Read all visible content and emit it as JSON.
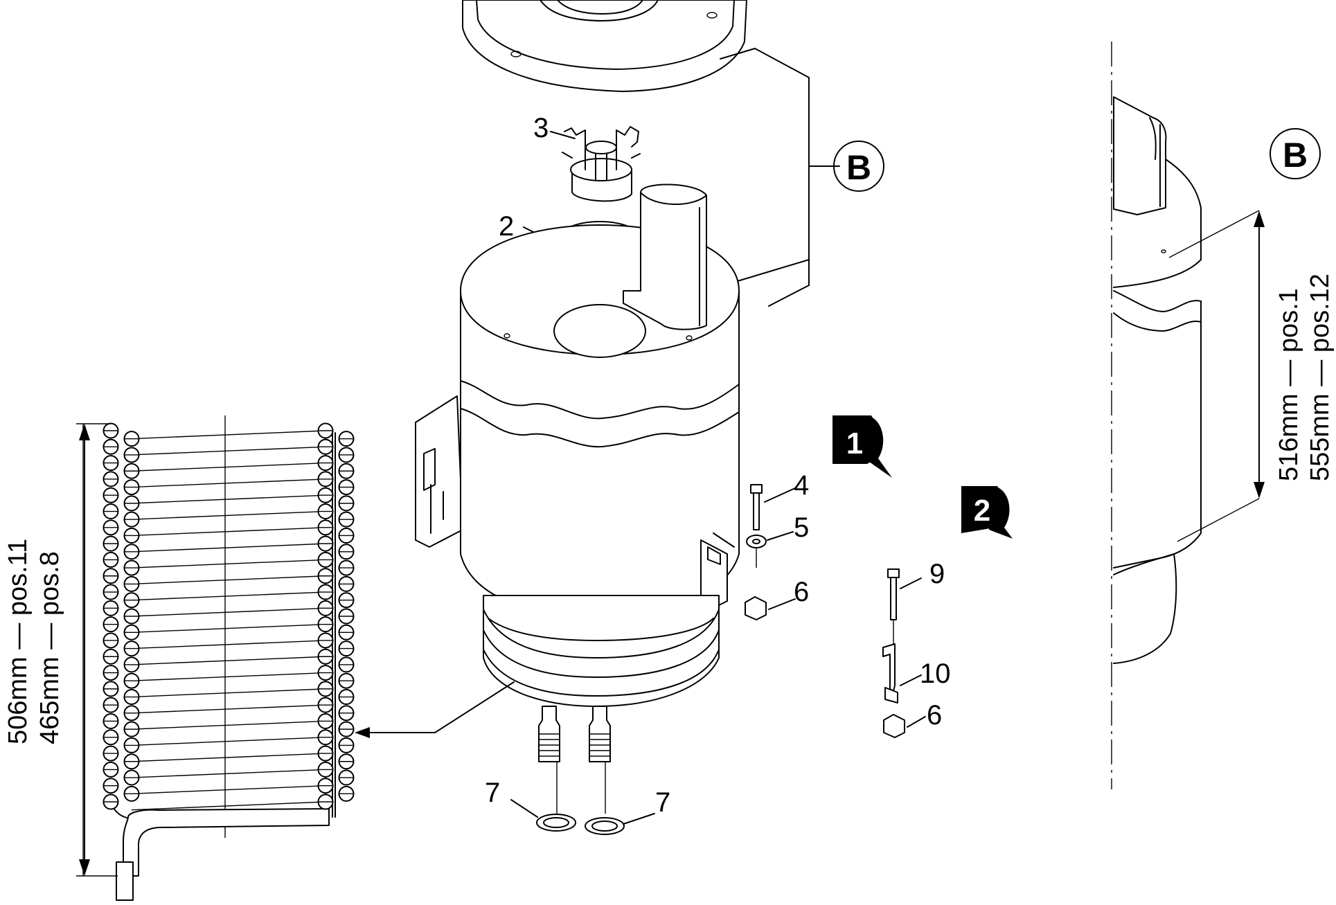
{
  "callouts": {
    "p2": "2",
    "p3": "3",
    "p4": "4",
    "p5": "5",
    "p6a": "6",
    "p6b": "6",
    "p7a": "7",
    "p7b": "7",
    "p9": "9",
    "p10": "10"
  },
  "markers": {
    "b_left": "B",
    "b_right": "B"
  },
  "badges": {
    "one": "1",
    "two": "2"
  },
  "dimensions": {
    "coil_line1": "506mm",
    "coil_line1_pos": "pos.11",
    "coil_line2": "465mm",
    "coil_line2_pos": "pos.8",
    "tank_line1": "516mm",
    "tank_line1_pos": "pos.1",
    "tank_line2": "555mm",
    "tank_line2_pos": "pos.12"
  }
}
